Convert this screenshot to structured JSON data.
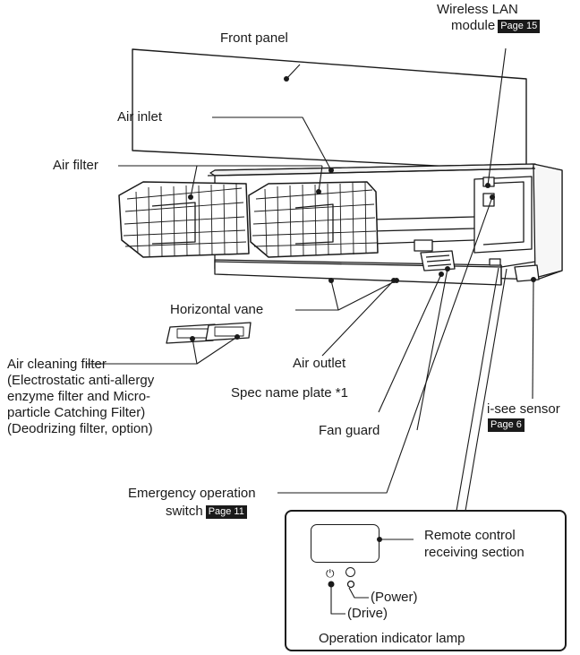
{
  "labels": {
    "wireless_lan": {
      "line1": "Wireless LAN",
      "line2": "module",
      "page_ref": "Page 15"
    },
    "front_panel": "Front panel",
    "air_inlet": "Air inlet",
    "air_filter": "Air filter",
    "horizontal_vane": "Horizontal vane",
    "air_cleaning_filter": [
      "Air cleaning filter",
      "(Electrostatic anti-allergy",
      "enzyme filter and Micro-",
      "particle Catching Filter)",
      "(Deodrizing filter, option)"
    ],
    "air_outlet": "Air outlet",
    "spec_name_plate": "Spec name plate *1",
    "fan_guard": "Fan guard",
    "isee_sensor": {
      "label": "i-see sensor",
      "page_ref": "Page 6"
    },
    "emergency_switch": {
      "line1": "Emergency operation",
      "line2": "switch",
      "page_ref": "Page 11"
    }
  },
  "legend": {
    "remote_control": [
      "Remote control",
      "receiving section"
    ],
    "power": "(Power)",
    "drive": "(Drive)",
    "power_symbol": "⏻",
    "caption": "Operation indicator lamp"
  }
}
